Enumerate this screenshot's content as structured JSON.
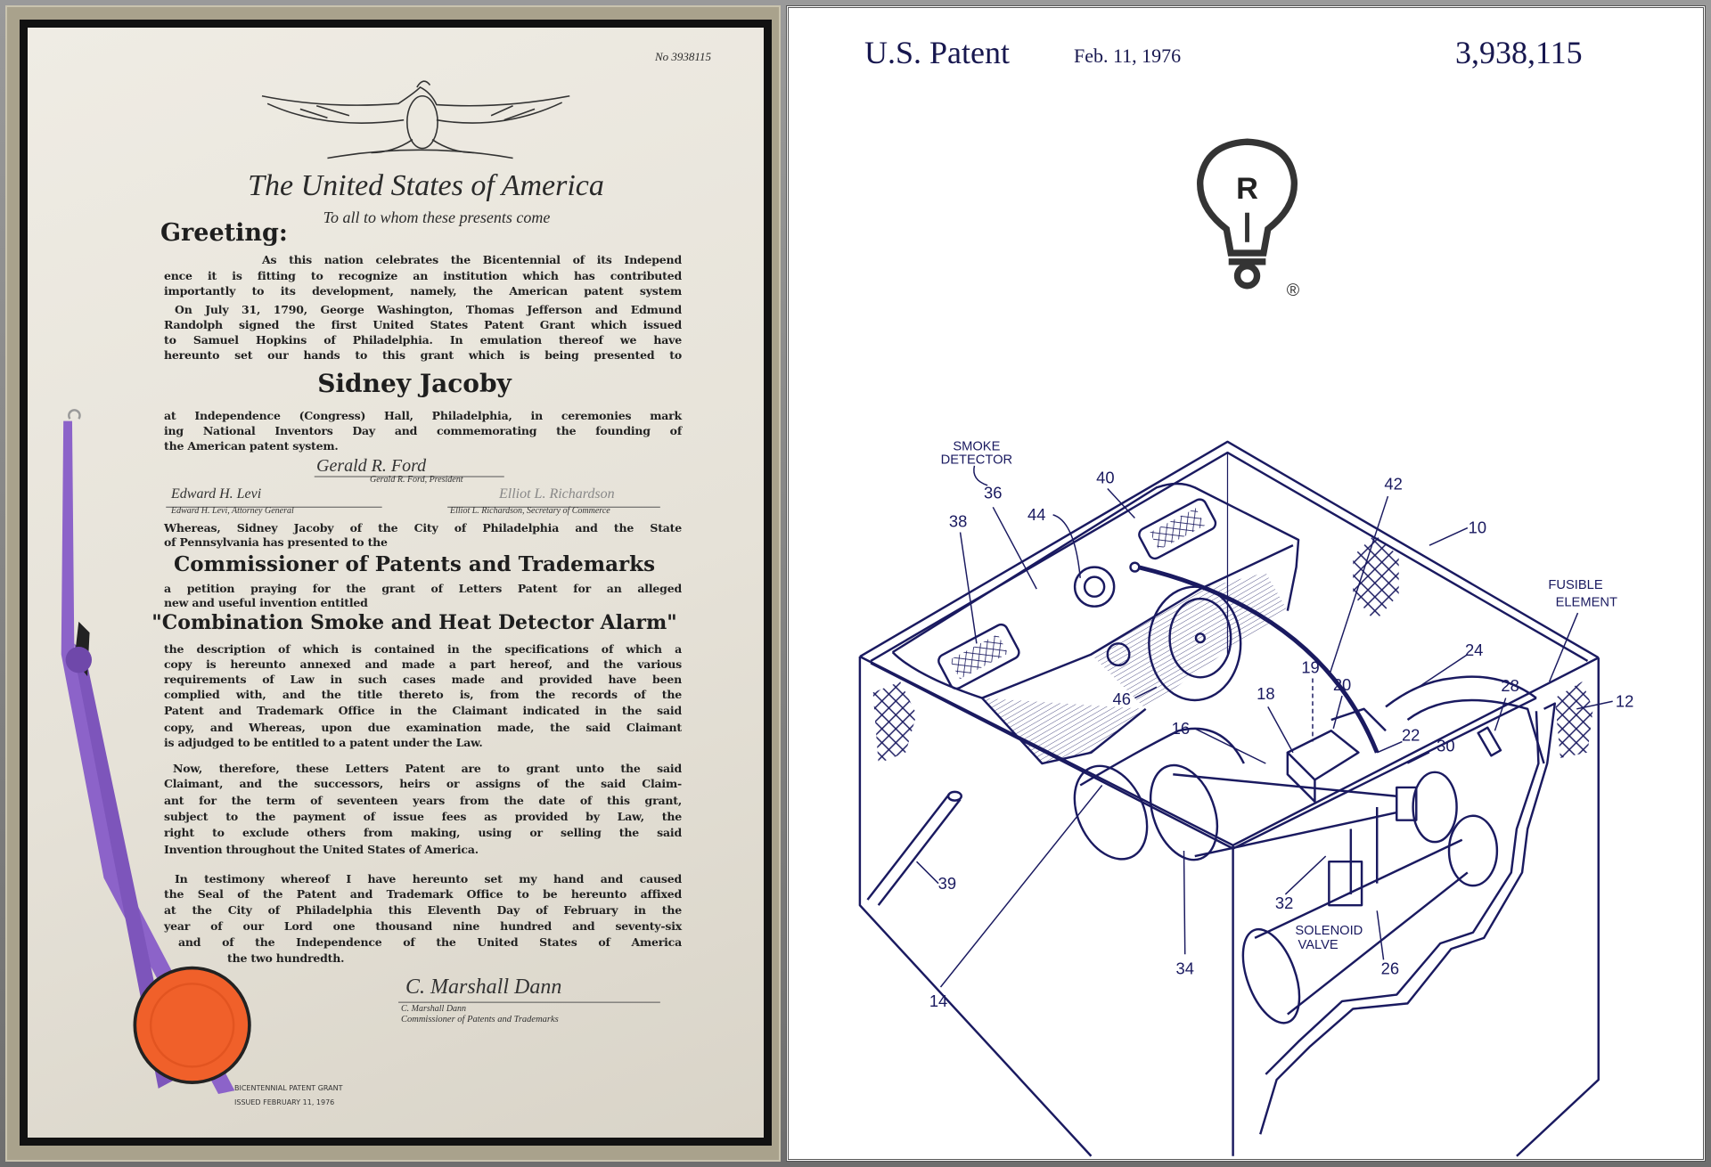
{
  "certificate": {
    "number": "No 3938115",
    "heading": "The United States of America",
    "subheading": "To all to whom these presents come",
    "greeting": "Greeting:",
    "para1": [
      "As this nation celebrates the Bicentennial of its Independ",
      "ence it is fitting to recognize an institution which has contributed",
      "importantly to its development, namely, the American patent system"
    ],
    "para2": [
      "On July 31, 1790, George Washington, Thomas Jefferson and Edmund",
      "Randolph signed the first United States Patent Grant which issued",
      "to Samuel Hopkins of Philadelphia. In emulation thereof we have",
      "hereunto set our hands to this grant which is being presented to"
    ],
    "recipient": "Sidney Jacoby",
    "para3": [
      "at Independence (Congress) Hall, Philadelphia, in ceremonies mark",
      "ing National Inventors Day and commemorating the founding of",
      "the American patent system."
    ],
    "sig_president": "Gerald R. Ford",
    "sig_president_title": "Gerald R. Ford, President",
    "sig_ag": "Edward H. Levi",
    "sig_ag_title": "Edward H. Levi, Attorney General",
    "sig_commerce": "Elliot L. Richardson",
    "sig_commerce_title": "Elliot L. Richardson, Secretary of Commerce",
    "whereas": [
      "Whereas, Sidney Jacoby of the City of Philadelphia and the State",
      "of Pennsylvania has presented to the"
    ],
    "commissioner_heading": "Commissioner of Patents and Trademarks",
    "petition": [
      "a petition praying for the grant of Letters Patent for an alleged",
      "new and useful invention entitled"
    ],
    "invention_title": "\"Combination Smoke and Heat Detector Alarm\"",
    "description": [
      "the description of which is contained in the specifications of which a",
      "copy is hereunto annexed and made a part hereof, and the various",
      "requirements of Law in such cases made and provided have been",
      "complied with, and the title thereto is, from the records of the",
      "Patent and Trademark Office in the Claimant indicated in the said",
      "copy, and Whereas, upon due examination made, the said Claimant",
      "is adjudged to be entitled to a patent under the Law."
    ],
    "now_therefore": [
      "Now, therefore, these Letters Patent are to grant unto the said",
      "Claimant, and the successors, heirs or assigns of the said Claim-",
      "ant for the term of seventeen years from the date of this grant,",
      "subject to the payment of issue fees as provided by Law, the",
      "right to exclude others from making, using or selling the said",
      "Invention throughout the United States of America."
    ],
    "testimony": [
      "In testimony whereof I have hereunto set my hand and caused",
      "the Seal of the Patent and Trademark Office to be hereunto affixed",
      "at the City of Philadelphia this Eleventh Day of February in the",
      "year of our Lord one thousand nine hundred and seventy-six",
      "and of the Independence of the United States of America",
      "the two hundredth."
    ],
    "sig_commissioner": "C. Marshall Dann",
    "sig_commissioner_name": "C. Marshall Dann",
    "sig_commissioner_title": "Commissioner of Patents and Trademarks",
    "footer_line1": "BICENTENNIAL PATENT GRANT",
    "footer_line2": "ISSUED FEBRUARY 11, 1976",
    "ribbon_color": "#8c63c9",
    "seal_color": "#f0602a"
  },
  "patent": {
    "label": "U.S. Patent",
    "date": "Feb. 11, 1976",
    "number": "3,938,115",
    "logo_letter": "R",
    "logo_mark": "®",
    "ink_color": "#1a1a60",
    "drawing_labels": {
      "smoke": "SMOKE",
      "detector": "DETECTOR",
      "l36": "36",
      "l38": "38",
      "l44": "44",
      "l40": "40",
      "l42": "42",
      "l10": "10",
      "fusible": "FUSIBLE",
      "element": "ELEMENT",
      "l24": "24",
      "l28": "28",
      "l12": "12",
      "l46": "46",
      "l18": "18",
      "l19": "19",
      "l20": "20",
      "l16": "16",
      "l22": "22",
      "l30": "30",
      "l39": "39",
      "l32": "32",
      "solenoid": "SOLENOID",
      "valve": "VALVE",
      "l34": "34",
      "l26": "26",
      "l14": "14"
    }
  }
}
